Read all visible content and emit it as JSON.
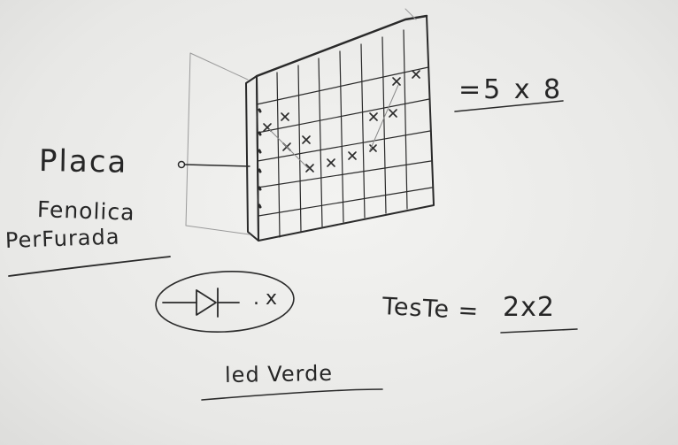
{
  "labels": {
    "placa": "Placa",
    "fenolica": "Fenolica",
    "perfurada": "PerFurada",
    "dims": "=5 x 8",
    "teste": "TesTe =",
    "teste_val": "2x2",
    "led": "led Verde",
    "diode_suffix": ". x"
  },
  "colors": {
    "ink": "#262626",
    "paper": "#ececea"
  }
}
